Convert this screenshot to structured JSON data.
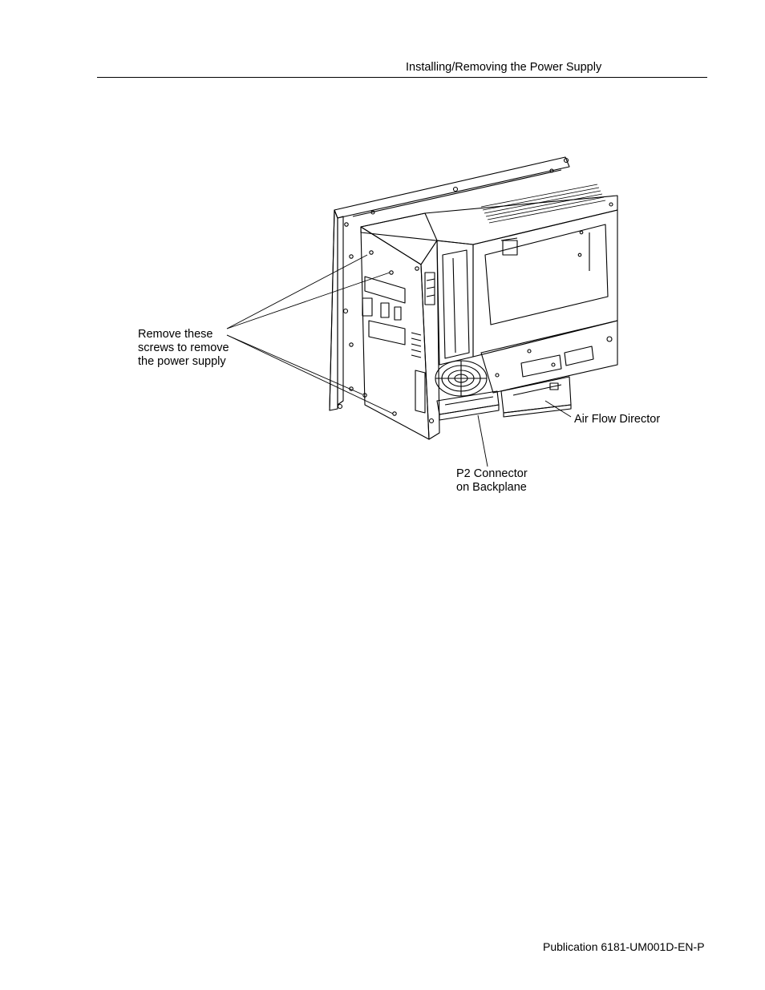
{
  "header": {
    "running_head": "Installing/Removing the Power Supply"
  },
  "figure": {
    "callouts": {
      "screws": [
        "Remove these",
        "screws to remove",
        "the power supply"
      ],
      "air_flow": "Air Flow Director",
      "p2": [
        "P2 Connector",
        "on Backplane"
      ]
    }
  },
  "footer": {
    "publication": "Publication 6181-UM001D-EN-P"
  }
}
